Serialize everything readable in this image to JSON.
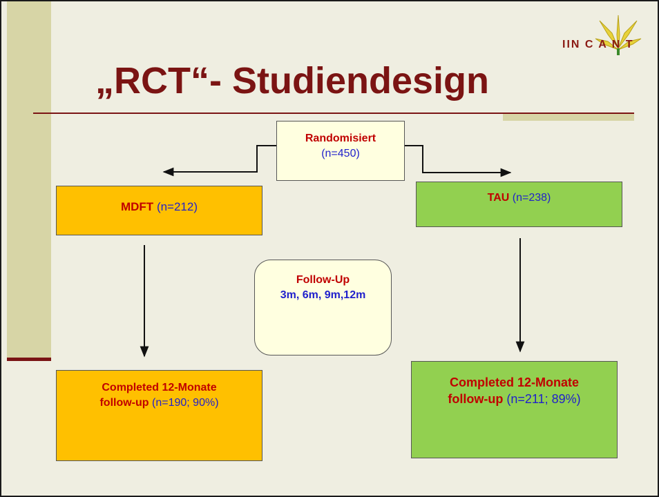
{
  "slide": {
    "title": "„RCT“- Studiendesign",
    "logo_text": "IIN C A N T"
  },
  "boxes": {
    "randomized": {
      "label": "Randomisiert",
      "count": "(n=450)"
    },
    "mdft": {
      "label": "MDFT",
      "count": "(n=212)"
    },
    "tau": {
      "label": "TAU",
      "count": "(n=238)"
    },
    "followup": {
      "label": "Follow-Up",
      "times": "3m, 6m, 9m,12m"
    },
    "mdft_completed": {
      "line1": "Completed 12-Monate",
      "line2_label": "follow-up",
      "count": "(n=190; 90%)"
    },
    "tau_completed": {
      "line1": "Completed 12-Monate",
      "line2_label": "follow-up",
      "count": "(n=211; 89%)"
    }
  },
  "colors": {
    "background": "#efeee1",
    "accent_band": "#d7d5a6",
    "title_red": "#7b1413",
    "mdft_orange": "#ffc000",
    "tau_green": "#92d050",
    "note_yellow": "#ffffe0",
    "label_red": "#c00000",
    "count_blue": "#1f1fcc"
  }
}
